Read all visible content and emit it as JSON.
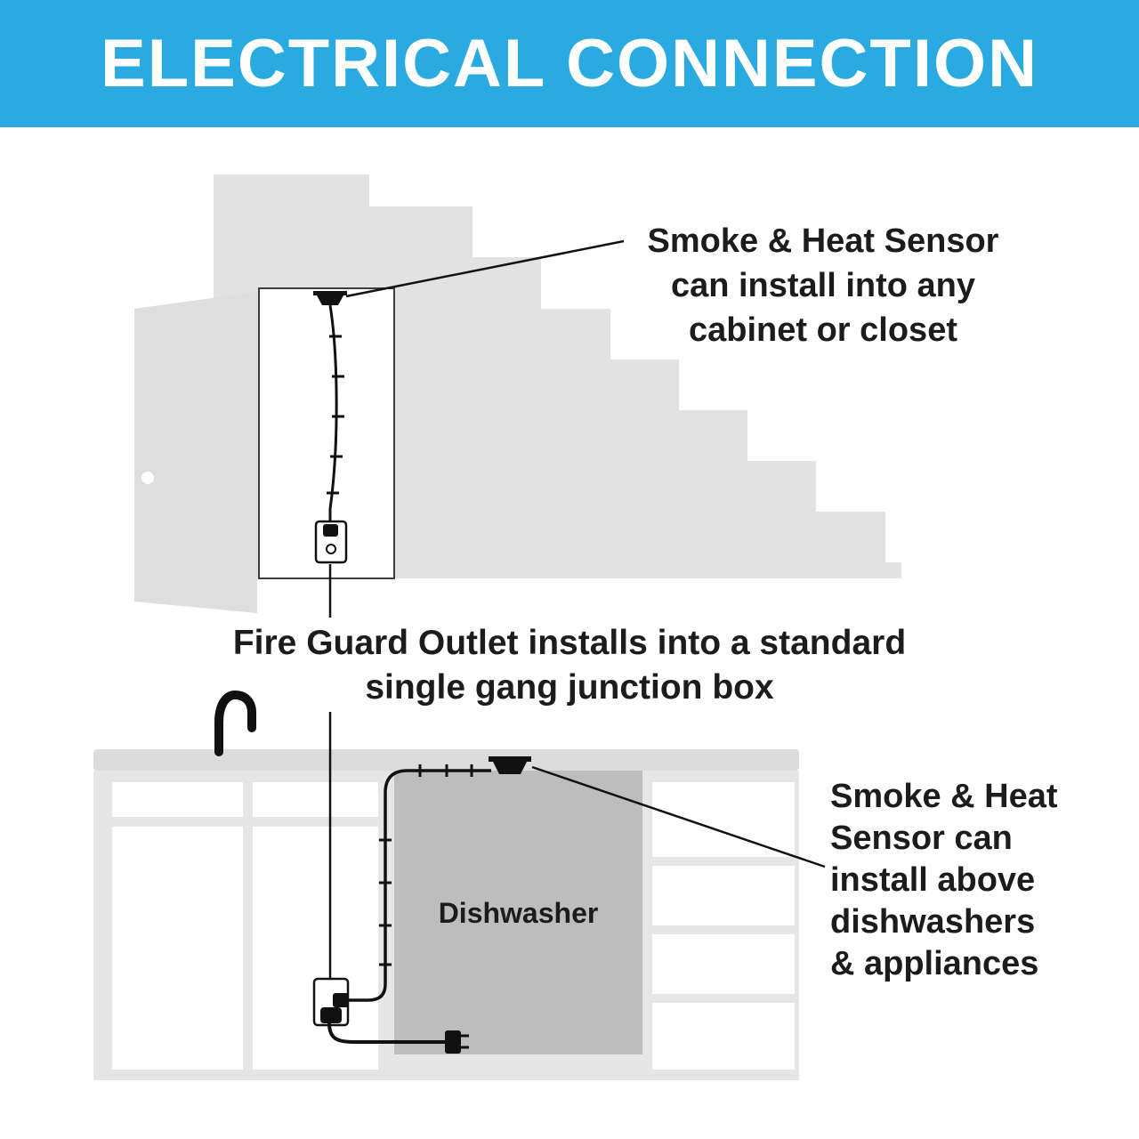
{
  "header": {
    "title": "ELECTRICAL CONNECTION"
  },
  "annotations": {
    "closet_sensor": {
      "lines": [
        "Smoke & Heat Sensor",
        "can install into any",
        "cabinet or closet"
      ]
    },
    "fire_guard_outlet": {
      "lines": [
        "Fire Guard Outlet installs into a standard",
        "single gang junction box"
      ]
    },
    "dishwasher_sensor": {
      "lines": [
        "Smoke & Heat",
        "Sensor can",
        "install above",
        "dishwashers",
        "& appliances"
      ]
    }
  },
  "diagram_labels": {
    "dishwasher": "Dishwasher"
  },
  "colors": {
    "header_bg": "#29abe2",
    "header_text": "#ffffff",
    "silhouette_gray": "#e2e2e2",
    "door_gray": "#dedede",
    "cabinet_gray": "#e6e6e6",
    "countertop_gray": "#dcdcdc",
    "dishwasher_gray": "#bdbdbd",
    "line_black": "#111111"
  }
}
